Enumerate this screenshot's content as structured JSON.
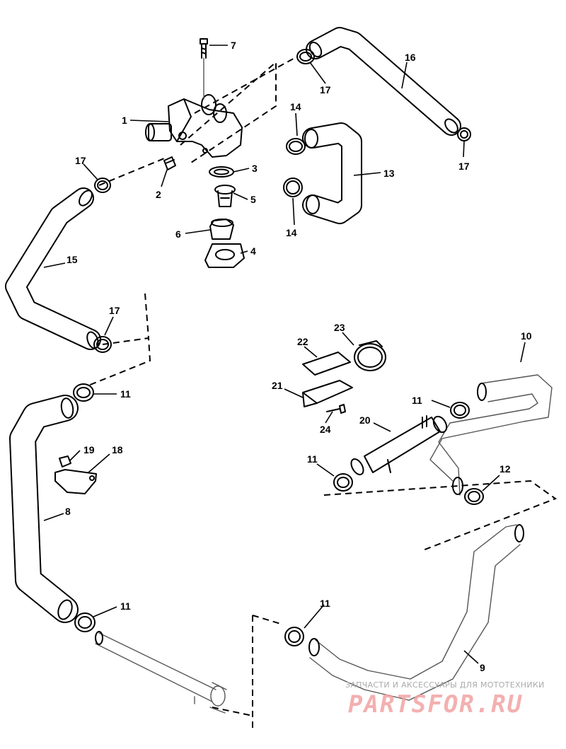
{
  "callouts": {
    "n1": "1",
    "n2": "2",
    "n3": "3",
    "n4": "4",
    "n5": "5",
    "n6": "6",
    "n7": "7",
    "n8": "8",
    "n9": "9",
    "n10": "10",
    "n11": "11",
    "n12": "12",
    "n13": "13",
    "n14": "14",
    "n15": "15",
    "n16": "16",
    "n17": "17",
    "n18": "18",
    "n19": "19",
    "n20": "20",
    "n21": "21",
    "n22": "22",
    "n23": "23",
    "n24": "24"
  },
  "watermark": {
    "caption": "ЗАПЧАСТИ И АКСЕССУАРЫ ДЛЯ МОТОТЕХНИКИ",
    "logo": "PARTSFOR.RU"
  }
}
